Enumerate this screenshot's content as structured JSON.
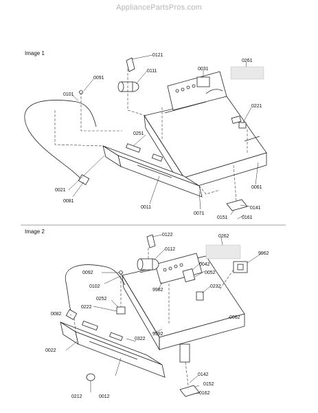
{
  "watermark": "AppliancePartsPros.com",
  "image1": {
    "title": "Image 1",
    "parts": [
      "0121",
      "0111",
      "0031",
      "0261",
      "0091",
      "0101",
      "0221",
      "0251",
      "0021",
      "0081",
      "0011",
      "0061",
      "0071",
      "0141",
      "0151",
      "0161"
    ]
  },
  "image2": {
    "title": "Image 2",
    "parts": [
      "0122",
      "0112",
      "0262",
      "9962",
      "0042",
      "0052",
      "0092",
      "0102",
      "9982",
      "0232",
      "0252",
      "0222",
      "0082",
      "9992",
      "0062",
      "0322",
      "0022",
      "0212",
      "0012",
      "0142",
      "0152",
      "0162"
    ]
  }
}
